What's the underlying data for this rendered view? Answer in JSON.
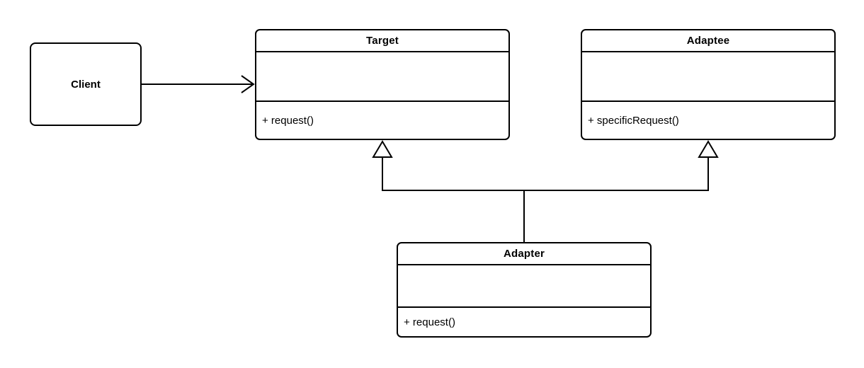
{
  "diagram": {
    "background": "#ffffff",
    "stroke_color": "#000000",
    "node_fill": "#ffffff",
    "text_color": "#000000"
  },
  "nodes": {
    "client": {
      "label": "Client"
    },
    "target": {
      "name": "Target",
      "attributes": [],
      "methods": [
        "+ request()"
      ]
    },
    "adaptee": {
      "name": "Adaptee",
      "attributes": [],
      "methods": [
        "+ specificRequest()"
      ]
    },
    "adapter": {
      "name": "Adapter",
      "attributes": [],
      "methods": [
        "+ request()"
      ]
    }
  },
  "edges": [
    {
      "from": "Client",
      "to": "Target",
      "type": "directed-association",
      "arrowhead": "open-arrow"
    },
    {
      "from": "Adapter",
      "to": "Target",
      "type": "generalization",
      "arrowhead": "hollow-triangle"
    },
    {
      "from": "Adapter",
      "to": "Adaptee",
      "type": "generalization",
      "arrowhead": "hollow-triangle"
    }
  ]
}
